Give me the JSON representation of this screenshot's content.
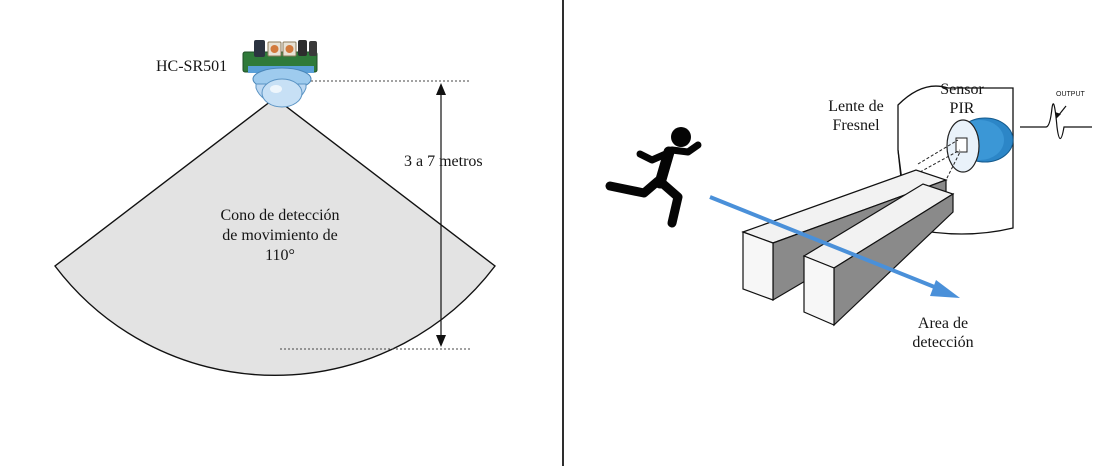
{
  "left": {
    "sensor_label": "HC-SR501",
    "distance_label": "3 a 7 metros",
    "cone_lines": [
      "Cono de detección",
      "de movimiento de",
      "110°"
    ]
  },
  "right": {
    "lens_lines": [
      "Lente de",
      "Fresnel"
    ],
    "sensor_lines": [
      "Sensor",
      "PIR"
    ],
    "output_label": "OUTPUT",
    "area_lines": [
      "Area de",
      "detección"
    ]
  },
  "colors": {
    "cone_fill": "#e3e3e3",
    "sensor_dome": "#bcd8f2",
    "pir_blue": "#2c86c7",
    "arrow_blue": "#4a90d9",
    "runner": "#050505"
  },
  "icons": [
    "running-person-icon",
    "pir-sensor-icon",
    "output-signal-icon"
  ]
}
